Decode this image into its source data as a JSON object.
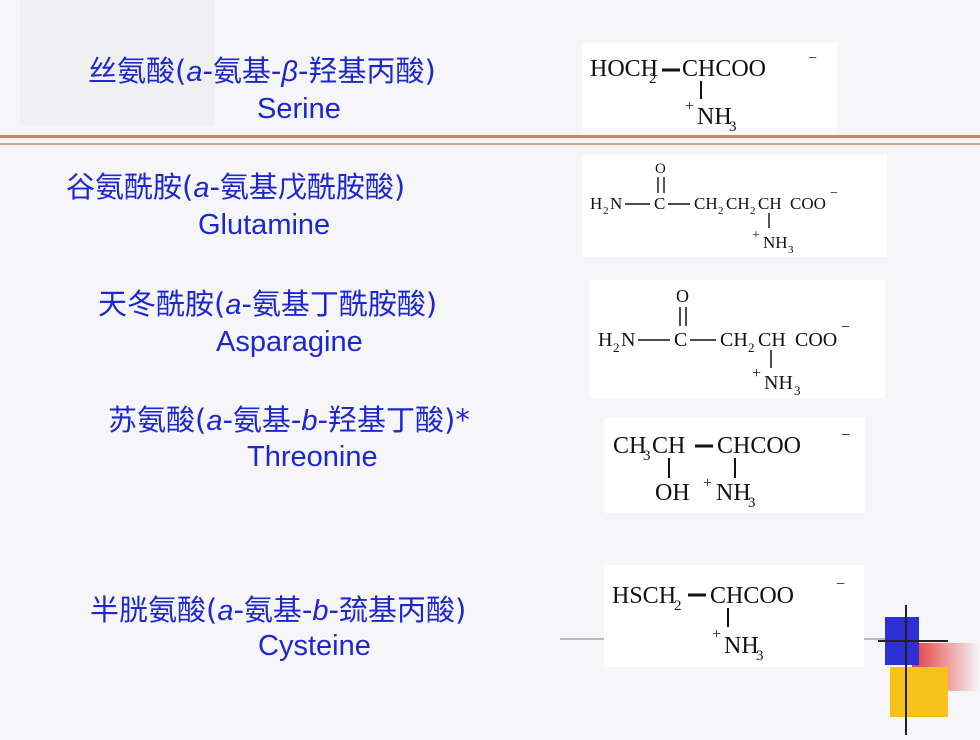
{
  "rows": [
    {
      "cn": {
        "pre": "丝氨酸(",
        "a": "a",
        "m1": "-氨基-",
        "b": "β",
        "m2": "-羟基丙酸)"
      },
      "en": "Serine",
      "formula": {
        "left": "HOCH",
        "left_sub": "2",
        "right": "CHCOO",
        "charge": "−",
        "plus": "+",
        "n": "NH",
        "n_sub": "3"
      }
    },
    {
      "cn": {
        "pre": "谷氨酰胺(",
        "a": "a",
        "rest": "-氨基戊酰胺酸)"
      },
      "en": "Glutamine",
      "formula": {
        "o": "O",
        "h2n": "H",
        "h2n_sub": "2",
        "h2n_n": "N",
        "c": "C",
        "chain": "CH",
        "chain_sub": "2",
        "chain2": "CH",
        "chain2_sub": "2",
        "ch": "CH",
        "coo": "COO",
        "charge": "−",
        "plus": "+",
        "n": "NH",
        "n_sub": "3"
      }
    },
    {
      "cn": {
        "pre": "天冬酰胺(",
        "a": "a",
        "rest": "-氨基丁酰胺酸)"
      },
      "en": "Asparagine",
      "formula": {
        "o": "O",
        "h2n": "H",
        "h2n_sub": "2",
        "h2n_n": "N",
        "c": "C",
        "chain": "CH",
        "chain_sub": "2",
        "ch": "CH",
        "coo": "COO",
        "charge": "−",
        "plus": "+",
        "n": "NH",
        "n_sub": "3"
      }
    },
    {
      "cn": {
        "pre": "苏氨酸(",
        "a": "a",
        "m1": "-氨基-",
        "b": "b",
        "m2": "-羟基丁酸)*"
      },
      "en": "Threonine",
      "formula": {
        "left": "CH",
        "left_sub": "3",
        "mid": "CH",
        "right": "CHCOO",
        "charge": "−",
        "oh": "OH",
        "plus": "+",
        "n": "NH",
        "n_sub": "3"
      }
    },
    {
      "cn": {
        "pre": "半胱氨酸(",
        "a": "a",
        "m1": "-氨基-",
        "b": "b",
        "m2": "-巯基丙酸)"
      },
      "en": "Cysteine",
      "formula": {
        "left": "HSCH",
        "left_sub": "2",
        "right": "CHCOO",
        "charge": "−",
        "plus": "+",
        "n": "NH",
        "n_sub": "3"
      }
    }
  ],
  "colors": {
    "text": "#1d27d0",
    "rule": "#d9826a",
    "deco_blue": "#2f2fd6",
    "deco_red": "#e53a3a",
    "deco_yellow": "#f7c21a"
  }
}
